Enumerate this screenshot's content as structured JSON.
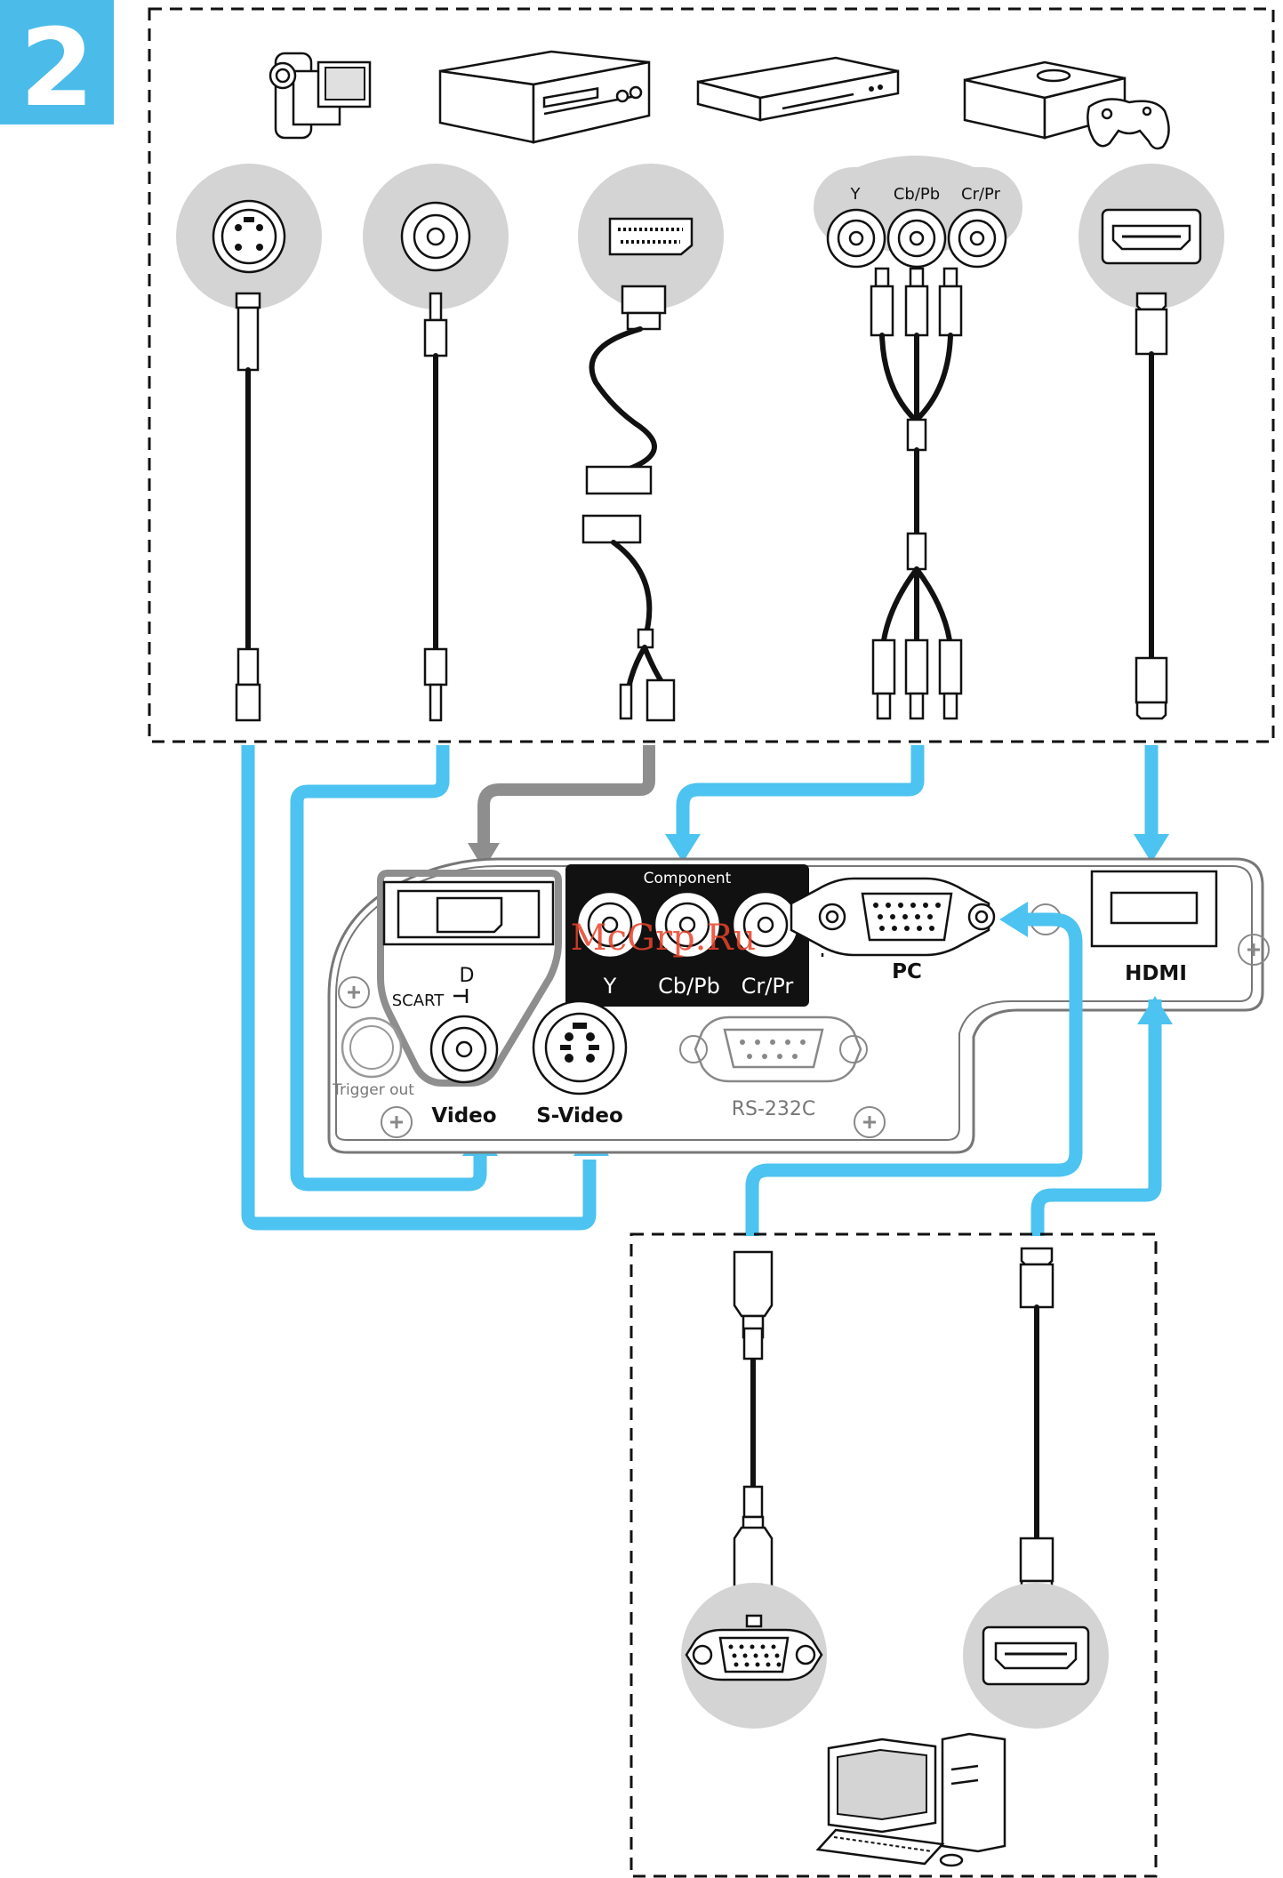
{
  "step": {
    "number": "2",
    "color": "#4bbcea"
  },
  "colors": {
    "arrow_blue": "#4cc3f0",
    "arrow_gray": "#8e8e8e",
    "panel_dark": "#111111",
    "circle_gray": "#d4d4d4"
  },
  "devices_top": [
    {
      "name": "camcorder-icon"
    },
    {
      "name": "vcr-icon"
    },
    {
      "name": "dvd-player-icon"
    },
    {
      "name": "game-console-icon"
    }
  ],
  "component_connector_labels": [
    "Y",
    "Cb/Pb",
    "Cr/Pr"
  ],
  "panel": {
    "component_title": "Component",
    "component_ports": [
      "Y",
      "Cb/Pb",
      "Cr/Pr"
    ],
    "d_label": "D",
    "scart_label": "SCART",
    "video_label": "Video",
    "svideo_label": "S-Video",
    "pc_label": "PC",
    "hdmi_label": "HDMI",
    "rs232_label": "RS-232C",
    "trigger_label": "Trigger out"
  },
  "watermark": "McGrp.Ru",
  "devices_bottom": [
    {
      "name": "computer-icon"
    }
  ]
}
